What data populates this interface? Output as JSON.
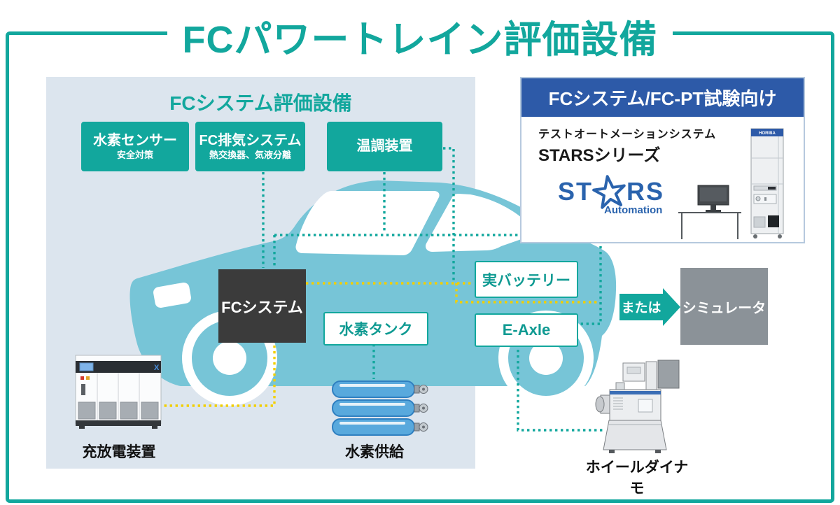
{
  "title": "FCパワートレイン評価設備",
  "left_panel": {
    "title": "FCシステム評価設備",
    "boxes": [
      {
        "label": "水素センサー",
        "sublabel": "安全対策"
      },
      {
        "label": "FC排気システム",
        "sublabel": "熱交換器、気液分離"
      },
      {
        "label": "温調装置",
        "sublabel": ""
      }
    ],
    "fc_system": "FCシステム",
    "hydrogen_tank": "水素タンク",
    "charger_label": "充放電装置",
    "hydrogen_supply_label": "水素供給"
  },
  "vehicle": {
    "battery": "実バッテリー",
    "eaxle": "E-Axle"
  },
  "right_flow": {
    "or_label": "または",
    "simulator": "シミュレータ",
    "wheel_dynamo_label": "ホイールダイナモ"
  },
  "stars_panel": {
    "header": "FCシステム/FC-PT試験向け",
    "subtitle": "テストオートメーションシステム",
    "series": "STARSシリーズ",
    "logo_left": "ST",
    "logo_right": "RS",
    "logo_sub": "Automation",
    "rack_brand": "HORIBA"
  },
  "equipment": {
    "cabinet_mark": "X"
  },
  "colors": {
    "teal": "#12a79d",
    "yellow": "#f2cf00",
    "header_blue": "#2d5aa8",
    "logo_blue": "#2a63ad",
    "simulator_gray": "#8b9298",
    "fc_box_dark": "#3b3b3b",
    "panel_bg": "#dce5ee",
    "car_blue": "#77c5d7"
  }
}
